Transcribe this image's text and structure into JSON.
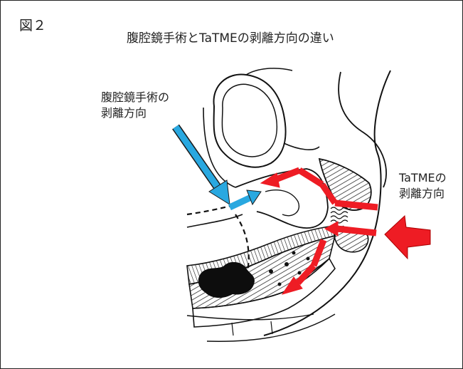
{
  "figure": {
    "label": "図２",
    "title": "腹腔鏡手術とTaTMEの剥離方向の違い"
  },
  "annotations": {
    "laparoscopic": {
      "line1": "腹腔鏡手術の",
      "line2": "剥離方向"
    },
    "tatme": {
      "line1": "TaTMEの",
      "line2": "剥離方向"
    }
  },
  "colors": {
    "laparoscopic_arrow": "#29a8e0",
    "tatme_arrow": "#ee1c24",
    "ink": "#111111"
  }
}
